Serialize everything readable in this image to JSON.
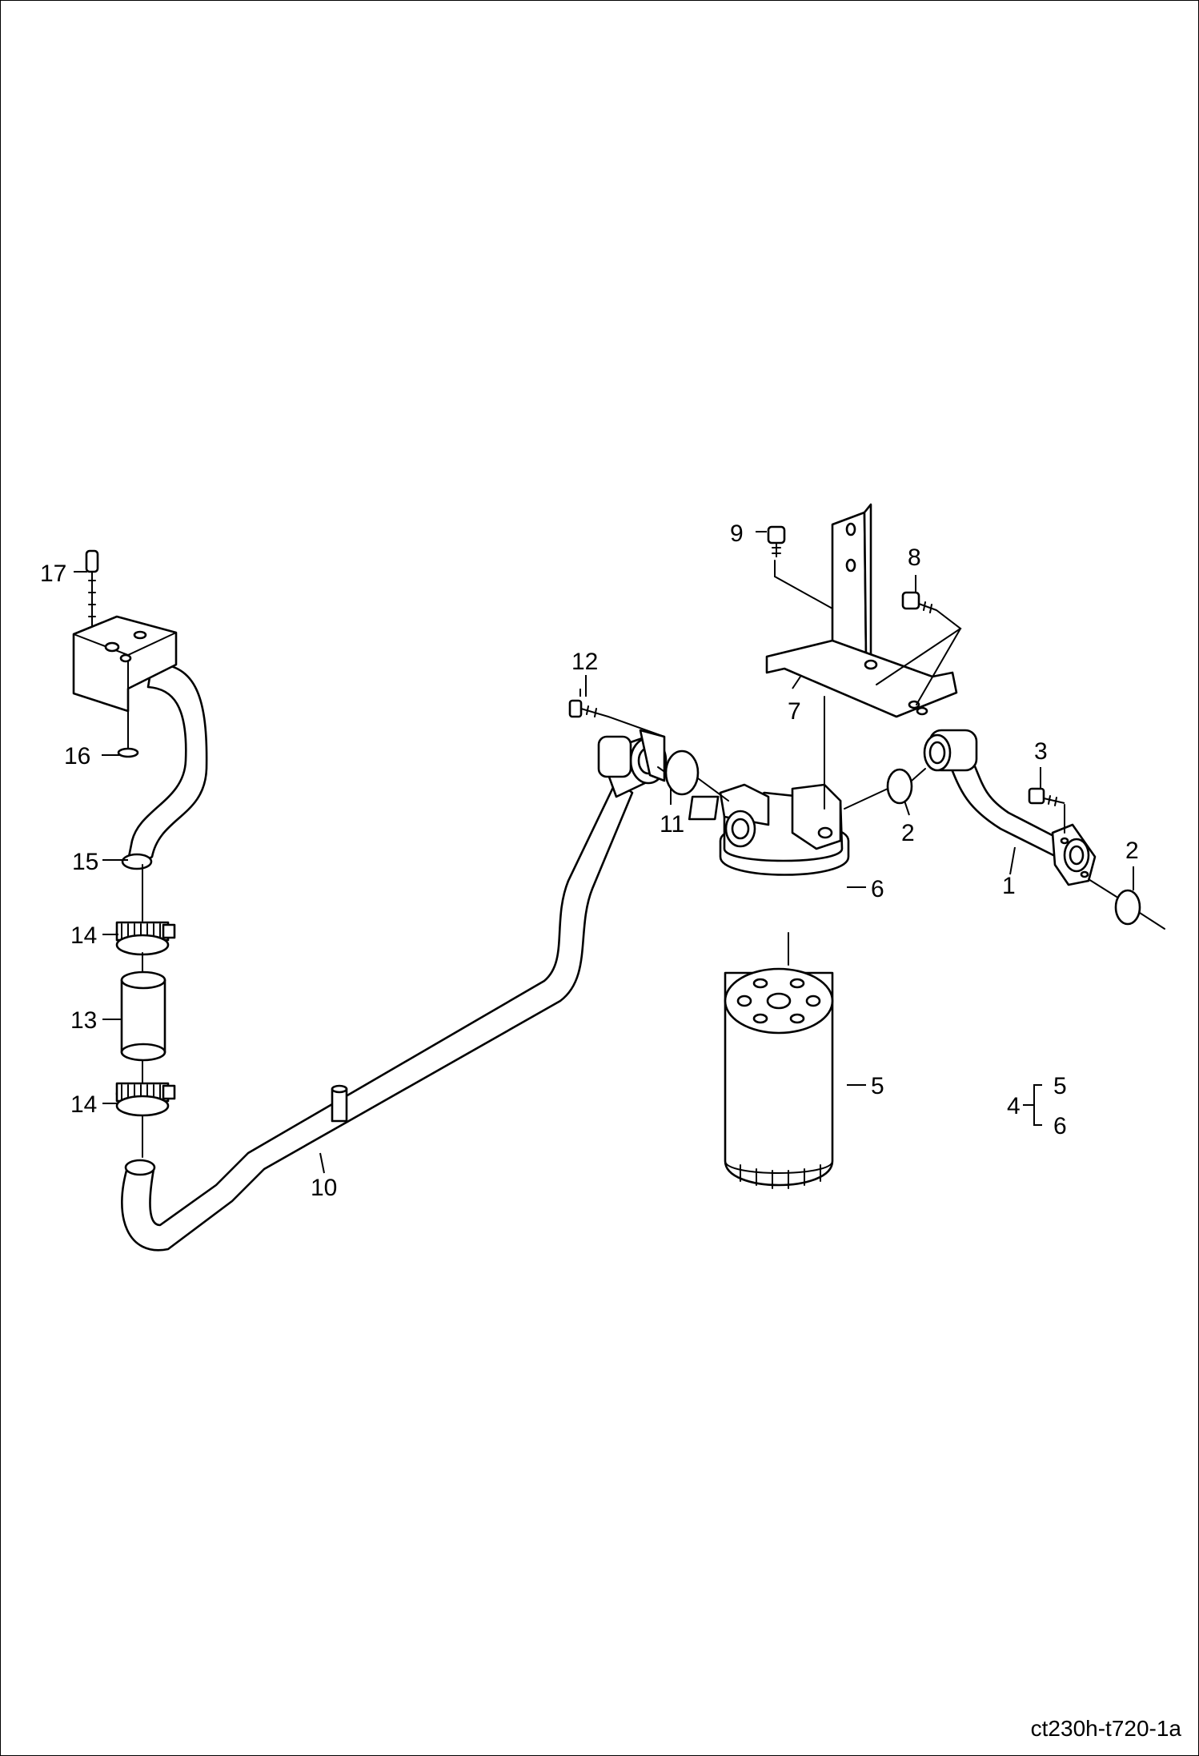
{
  "drawing_id": "ct230h-t720-1a",
  "callouts": {
    "c1": "1",
    "c2a": "2",
    "c2b": "2",
    "c3": "3",
    "c4": "4",
    "c4_5": "5",
    "c4_6": "6",
    "c5": "5",
    "c6": "6",
    "c7": "7",
    "c8": "8",
    "c9": "9",
    "c10": "10",
    "c11": "11",
    "c12": "12",
    "c13": "13",
    "c14a": "14",
    "c14b": "14",
    "c15": "15",
    "c16": "16",
    "c17": "17"
  }
}
